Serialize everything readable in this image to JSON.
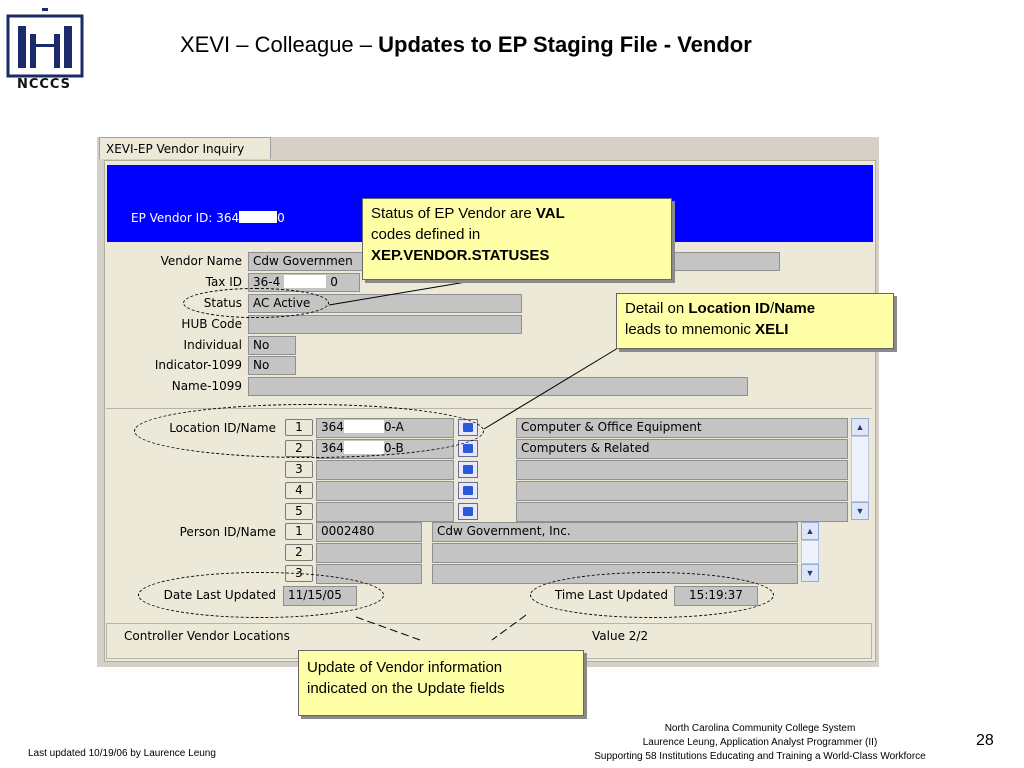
{
  "slide": {
    "title_prefix": "XEVI – Colleague – ",
    "title_bold": "Updates to EP Staging File - Vendor",
    "logo_label": "NCCCS"
  },
  "window": {
    "tab": "XEVI-EP Vendor Inquiry",
    "vendor_id_label": "EP Vendor ID:  364",
    "vendor_id_tail": "0"
  },
  "fields": {
    "vendor_name": {
      "label": "Vendor Name",
      "value": "Cdw Governmen"
    },
    "tax_id": {
      "label": "Tax ID",
      "value_a": "36-4",
      "value_b": "0"
    },
    "status": {
      "label": "Status",
      "value": "AC Active"
    },
    "hub_code": {
      "label": "HUB Code",
      "value": ""
    },
    "individual": {
      "label": "Individual",
      "value": "No"
    },
    "indicator_1099": {
      "label": "Indicator-1099",
      "value": "No"
    },
    "name_1099": {
      "label": "Name-1099",
      "value": ""
    }
  },
  "locations": {
    "label": "Location ID/Name",
    "rows": [
      {
        "num": "1",
        "id_a": "364",
        "id_b": "0-A",
        "name": "Computer & Office Equipment"
      },
      {
        "num": "2",
        "id_a": "364",
        "id_b": "0-B",
        "name": "Computers & Related"
      },
      {
        "num": "3",
        "id_a": "",
        "id_b": "",
        "name": ""
      },
      {
        "num": "4",
        "id_a": "",
        "id_b": "",
        "name": ""
      },
      {
        "num": "5",
        "id_a": "",
        "id_b": "",
        "name": ""
      }
    ]
  },
  "persons": {
    "label": "Person ID/Name",
    "rows": [
      {
        "num": "1",
        "id": "0002480",
        "name": "Cdw Government, Inc."
      },
      {
        "num": "2",
        "id": "",
        "name": ""
      },
      {
        "num": "3",
        "id": "",
        "name": ""
      }
    ]
  },
  "dates": {
    "date_label": "Date Last Updated",
    "date_value": "11/15/05",
    "time_label": "Time Last Updated",
    "time_value": "15:19:37"
  },
  "controller": {
    "label": "Controller Vendor Locations",
    "value": "Value 2/2"
  },
  "callouts": {
    "status": {
      "t1": "Status of EP Vendor are ",
      "b1": "VAL",
      "t2": "codes defined in",
      "b2": "XEP.VENDOR.STATUSES"
    },
    "detail": {
      "t1": "Detail on ",
      "b1": "Location ID",
      "t2": "/",
      "b2": "Name",
      "t3": "leads to mnemonic ",
      "b3": "XELI"
    },
    "update": {
      "line1": "Update of Vendor information",
      "line2": "indicated on the Update fields"
    }
  },
  "footer": {
    "left": "Last updated 10/19/06 by Laurence Leung",
    "line1": "North Carolina Community College System",
    "line2": "Laurence Leung, Application Analyst Programmer (II)",
    "line3": "Supporting 58 Institutions Educating and Training a World-Class Workforce",
    "page": "28"
  }
}
